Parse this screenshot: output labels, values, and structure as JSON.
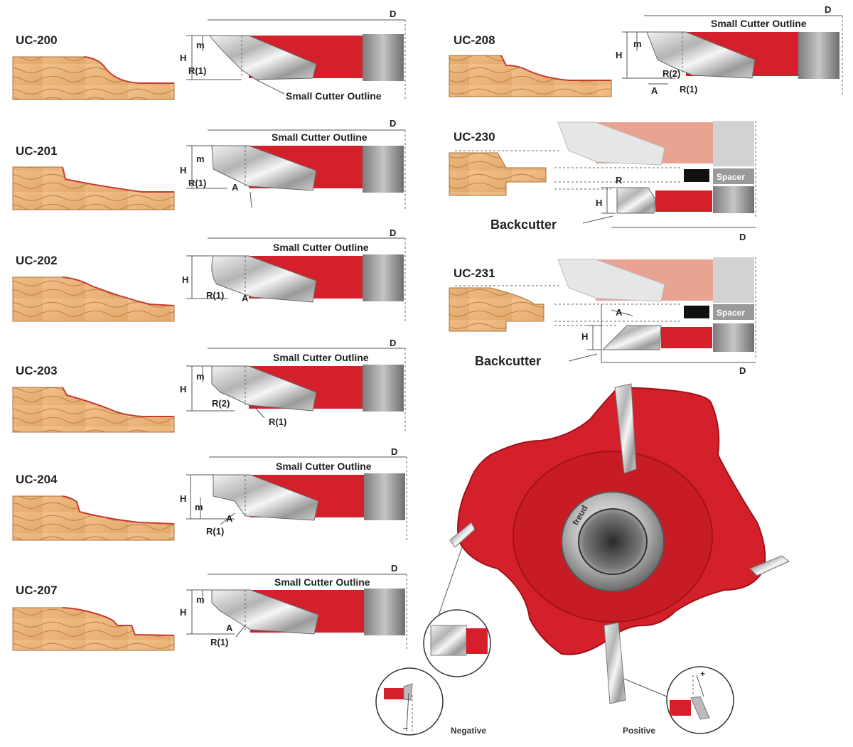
{
  "profiles": [
    {
      "id": "UC-200",
      "labels": {
        "d": "D",
        "m": "m",
        "h": "H",
        "r1": "R(1)",
        "outline": "Small Cutter Outline"
      }
    },
    {
      "id": "UC-201",
      "labels": {
        "d": "D",
        "m": "m",
        "h": "H",
        "r1": "R(1)",
        "a": "A",
        "outline": "Small Cutter Outline"
      }
    },
    {
      "id": "UC-202",
      "labels": {
        "d": "D",
        "h": "H",
        "r1": "R(1)",
        "a": "A",
        "outline": "Small Cutter Outline"
      }
    },
    {
      "id": "UC-203",
      "labels": {
        "d": "D",
        "m": "m",
        "h": "H",
        "r2": "R(2)",
        "r1": "R(1)",
        "outline": "Small Cutter Outline"
      }
    },
    {
      "id": "UC-204",
      "labels": {
        "d": "D",
        "h": "H",
        "m": "m",
        "a": "A",
        "r1": "R(1)",
        "outline": "Small Cutter Outline"
      }
    },
    {
      "id": "UC-207",
      "labels": {
        "d": "D",
        "m": "m",
        "h": "H",
        "a": "A",
        "r1": "R(1)",
        "outline": "Small Cutter Outline"
      }
    },
    {
      "id": "UC-208",
      "labels": {
        "d": "D",
        "m": "m",
        "h": "H",
        "r2": "R(2)",
        "a": "A",
        "r1": "R(1)",
        "outline": "Small Cutter Outline"
      }
    }
  ],
  "backcutters": [
    {
      "id": "UC-230",
      "labels": {
        "r": "R",
        "h": "H",
        "spacer": "Spacer",
        "backcutter": "Backcutter",
        "d": "D"
      }
    },
    {
      "id": "UC-231",
      "labels": {
        "a": "A",
        "h": "H",
        "spacer": "Spacer",
        "backcutter": "Backcutter",
        "d": "D"
      }
    }
  ],
  "cutter": {
    "brand": "freud",
    "hook_negative": "Negative",
    "hook_positive": "Positive",
    "plus_sign": "+",
    "minus_sign": "–"
  },
  "colors": {
    "red": "#d4202a",
    "red_dark": "#9e1219",
    "red_light": "#e8a393",
    "wood": "#e9b57c",
    "wood_grain": "#b57a43",
    "steel": "#bcbcbc",
    "gray": "#8a8a8a"
  }
}
